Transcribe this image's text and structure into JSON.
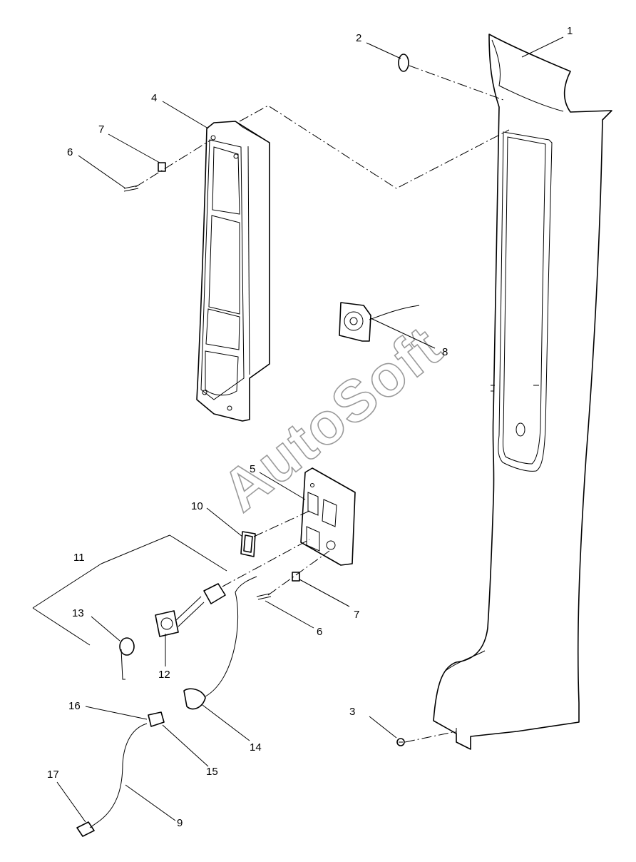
{
  "watermark": "AutoSoft",
  "callouts": {
    "c1": "1",
    "c2": "2",
    "c3": "3",
    "c4": "4",
    "c5": "5",
    "c6a": "6",
    "c6b": "6",
    "c7a": "7",
    "c7b": "7",
    "c8": "8",
    "c9": "9",
    "c10": "10",
    "c11": "11",
    "c12": "12",
    "c13": "13",
    "c14": "14",
    "c15": "15",
    "c16": "16",
    "c17": "17"
  }
}
